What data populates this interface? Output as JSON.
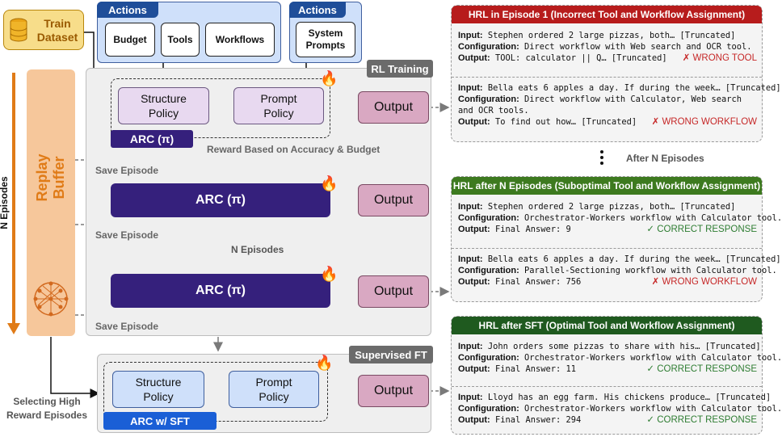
{
  "train_dataset": {
    "label": "Train\nDataset"
  },
  "actions": {
    "title_1": "Actions",
    "items": [
      "Budget",
      "Tools",
      "Workflows"
    ],
    "title_2": "Actions",
    "system_prompts": "System\nPrompts"
  },
  "rl_training": {
    "title": "RL Training",
    "structure_policy": "Structure\nPolicy",
    "prompt_policy": "Prompt\nPolicy",
    "arc_label": "ARC (π)",
    "output": "Output",
    "reward_label": "Reward Based on Accuracy & Budget",
    "save_episode": "Save Episode",
    "n_episodes": "N Episodes"
  },
  "replay_buffer": {
    "label": "Replay\nBuffer",
    "side_label": "N Episodes"
  },
  "selecting_label": "Selecting High\nReward Episodes",
  "supervised": {
    "title": "Supervised FT",
    "structure_policy": "Structure\nPolicy",
    "prompt_policy": "Prompt\nPolicy",
    "arc_label": "ARC w/ SFT",
    "output": "Output"
  },
  "after_n_label": "After N Episodes",
  "panels": [
    {
      "title": "HRL in Episode 1 (Incorrect Tool and Workflow Assignment)",
      "color": "#b71c1c",
      "examples": [
        {
          "input": "Stephen ordered 2 large pizzas, both… [Truncated]",
          "configuration": "Direct workflow with Web search and OCR tool.",
          "output": "TOOL: calculator || Q… [Truncated]",
          "verdict": "✗ WRONG TOOL",
          "ok": false
        },
        {
          "input": "Bella eats 6 apples a day. If during the week… [Truncated]",
          "configuration": "Direct workflow with Calculator, Web search and OCR tools.",
          "output": "To find out how… [Truncated]",
          "verdict": "✗ WRONG WORKFLOW",
          "ok": false
        }
      ]
    },
    {
      "title": "HRL after N Episodes (Suboptimal Tool and Workflow Assignment)",
      "color": "#3d7a1f",
      "examples": [
        {
          "input": "Stephen ordered 2 large pizzas, both… [Truncated]",
          "configuration": "Orchestrator-Workers workflow with Calculator tool.",
          "output": "Final Answer: 9",
          "verdict": "✓ CORRECT RESPONSE",
          "ok": true
        },
        {
          "input": "Bella eats 6 apples a day. If during the week… [Truncated]",
          "configuration": "Parallel-Sectioning workflow with Calculator tool.",
          "output": "Final Answer: 756",
          "verdict": "✗ WRONG WORKFLOW",
          "ok": false
        }
      ]
    },
    {
      "title": "HRL after SFT (Optimal Tool and Workflow Assignment)",
      "color": "#1f5a1f",
      "examples": [
        {
          "input": "John orders some pizzas to share with his… [Truncated]",
          "configuration": "Orchestrator-Workers workflow with Calculator tool.",
          "output": "Final Answer: 11",
          "verdict": "✓ CORRECT RESPONSE",
          "ok": true
        },
        {
          "input": "Lloyd has an egg farm. His chickens produce… [Truncated]",
          "configuration": "Orchestrator-Workers workflow with Calculator tool.",
          "output": "Final Answer: 294",
          "verdict": "✓ CORRECT RESPONSE",
          "ok": true
        }
      ]
    }
  ],
  "field_labels": {
    "input": "Input:",
    "configuration": "Configuration:",
    "output": "Output:"
  },
  "colors": {
    "arc": "#35207c",
    "output": "#d9a8c2",
    "policy": "#e8d9f0",
    "sft_policy": "#cfe0fa",
    "replay": "#f6c79b",
    "dataset": "#f7dd8a",
    "actions_header": "#1f4e99"
  }
}
